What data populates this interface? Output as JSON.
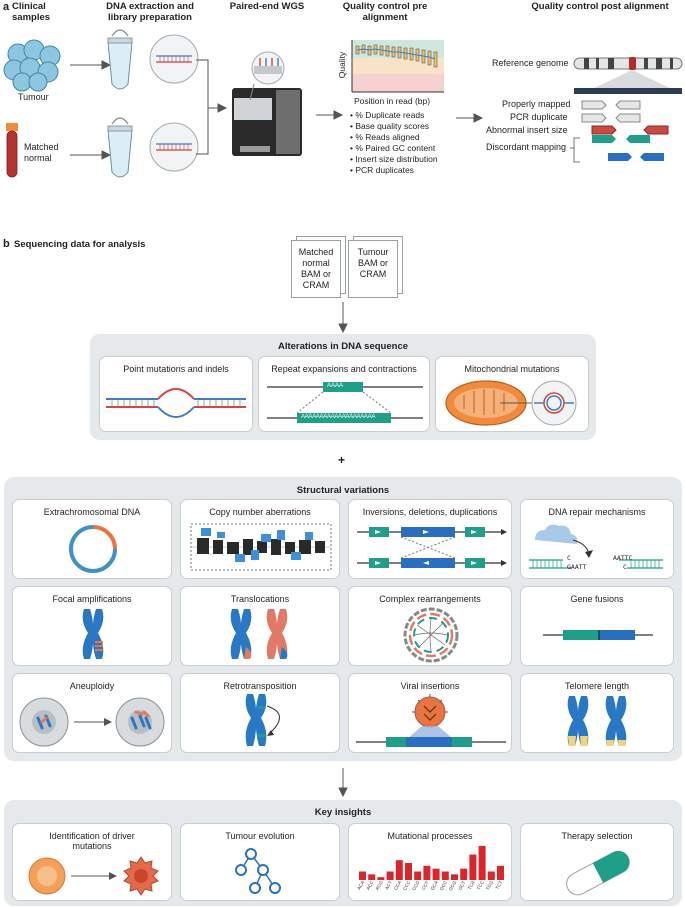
{
  "panel_a": {
    "letter": "a",
    "headers": {
      "clinical": "Clinical samples",
      "extraction": "DNA extraction and library preparation",
      "wgs": "Paired-end WGS",
      "qc_pre": "Quality control pre alignment",
      "qc_post": "Quality control post alignment"
    },
    "sample_labels": {
      "tumour": "Tumour",
      "normal": "Matched normal"
    },
    "qc_plot": {
      "y_label": "Quality",
      "x_label": "Position in read (bp)"
    },
    "qc_metrics": [
      "% Duplicate reads",
      "Base quality scores",
      "% Reads aligned",
      "% Paired GC content",
      "Insert size distribution",
      "PCR duplicates"
    ],
    "post_alignment": {
      "reference": "Reference genome",
      "properly_mapped": "Properly mapped",
      "pcr_duplicate": "PCR duplicate",
      "abnormal_insert": "Abnormal insert size",
      "discordant": "Discordant mapping"
    }
  },
  "panel_b": {
    "letter": "b",
    "title": "Sequencing data for analysis",
    "docs": {
      "normal": "Matched normal BAM or CRAM",
      "tumour": "Tumour BAM or CRAM"
    },
    "dna_alterations": {
      "title": "Alterations in DNA sequence",
      "items": [
        "Point mutations and indels",
        "Repeat expansions and contractions",
        "Mitochondrial mutations"
      ],
      "repeat_text": "AAAA",
      "repeat_text_long": "AAAAAAAAAAAAAAAAAAAA"
    },
    "plus": "+",
    "structural": {
      "title": "Structural variations",
      "items": [
        "Extrachromosomal DNA",
        "Copy number aberrations",
        "Inversions, deletions, duplications",
        "DNA repair mechanisms",
        "Focal amplifications",
        "Translocations",
        "Complex rearrangements",
        "Gene fusions",
        "Aneuploidy",
        "Retrotransposition",
        "Viral insertions",
        "Telomere length"
      ],
      "repair_seq": {
        "top_right": "AATTC",
        "c_left": "C",
        "bottom_left": "GAATT",
        "c_right": "C"
      }
    },
    "insights": {
      "title": "Key insights",
      "items": [
        "Identification of driver mutations",
        "Tumour evolution",
        "Mutational processes",
        "Therapy selection"
      ],
      "signature_labels": [
        "ACA",
        "ACC",
        "ACG",
        "ACT",
        "CCA",
        "CCC",
        "CCG",
        "CCT",
        "GCA",
        "GCC",
        "GCG",
        "GCT",
        "TCA",
        "TCC",
        "TCG",
        "TCT"
      ],
      "signature_values": [
        3,
        2,
        1,
        3,
        7,
        6,
        3,
        5,
        4,
        3,
        2,
        4,
        9,
        12,
        3,
        5
      ]
    }
  }
}
